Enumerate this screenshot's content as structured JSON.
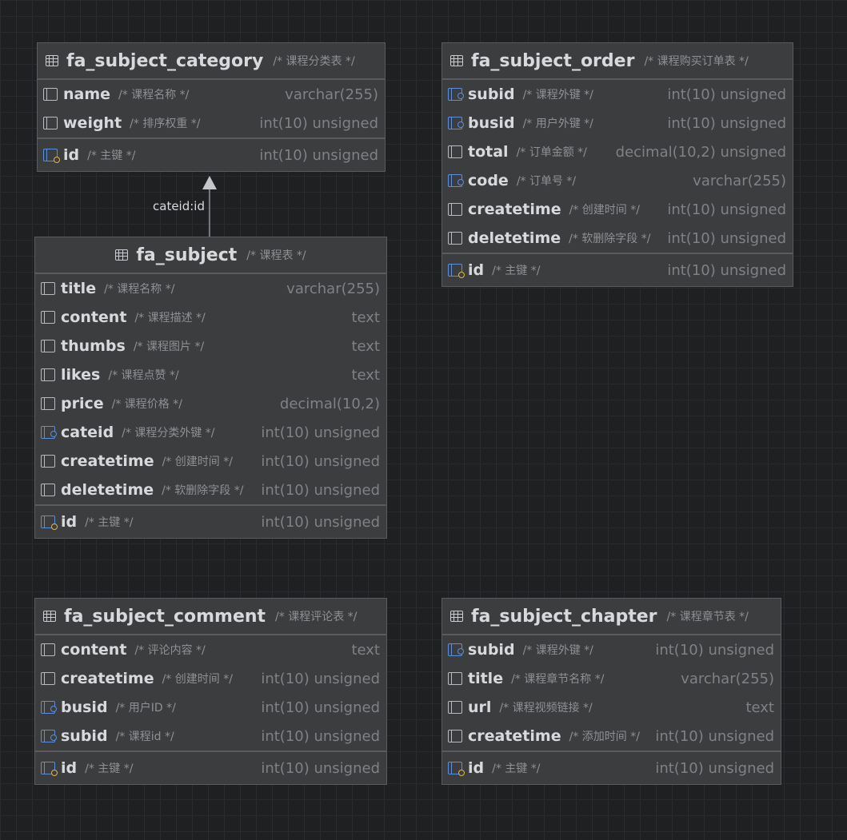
{
  "relations": [
    {
      "label": "cateid:id",
      "from": "fa_subject",
      "to": "fa_subject_category"
    }
  ],
  "tables": {
    "category": {
      "name": "fa_subject_category",
      "comment": "/* 课程分类表 */",
      "columns": [
        {
          "name": "name",
          "comment": "/* 课程名称 */",
          "type": "varchar(255)"
        },
        {
          "name": "weight",
          "comment": "/* 排序权重 */",
          "type": "int(10) unsigned"
        }
      ],
      "pk": {
        "name": "id",
        "comment": "/* 主键 */",
        "type": "int(10) unsigned"
      }
    },
    "order": {
      "name": "fa_subject_order",
      "comment": "/* 课程购买订单表 */",
      "columns": [
        {
          "name": "subid",
          "comment": "/* 课程外键 */",
          "type": "int(10) unsigned"
        },
        {
          "name": "busid",
          "comment": "/* 用户外键 */",
          "type": "int(10) unsigned"
        },
        {
          "name": "total",
          "comment": "/* 订单金额 */",
          "type": "decimal(10,2) unsigned"
        },
        {
          "name": "code",
          "comment": "/* 订单号 */",
          "type": "varchar(255)"
        },
        {
          "name": "createtime",
          "comment": "/* 创建时间 */",
          "type": "int(10) unsigned"
        },
        {
          "name": "deletetime",
          "comment": "/* 软删除字段 */",
          "type": "int(10) unsigned"
        }
      ],
      "pk": {
        "name": "id",
        "comment": "/* 主键 */",
        "type": "int(10) unsigned"
      }
    },
    "subject": {
      "name": "fa_subject",
      "comment": "/* 课程表 */",
      "columns": [
        {
          "name": "title",
          "comment": "/* 课程名称 */",
          "type": "varchar(255)"
        },
        {
          "name": "content",
          "comment": "/* 课程描述 */",
          "type": "text"
        },
        {
          "name": "thumbs",
          "comment": "/* 课程图片 */",
          "type": "text"
        },
        {
          "name": "likes",
          "comment": "/* 课程点赞 */",
          "type": "text"
        },
        {
          "name": "price",
          "comment": "/* 课程价格 */",
          "type": "decimal(10,2)"
        },
        {
          "name": "cateid",
          "comment": "/* 课程分类外键 */",
          "type": "int(10) unsigned"
        },
        {
          "name": "createtime",
          "comment": "/* 创建时间 */",
          "type": "int(10) unsigned"
        },
        {
          "name": "deletetime",
          "comment": "/* 软删除字段 */",
          "type": "int(10) unsigned"
        }
      ],
      "pk": {
        "name": "id",
        "comment": "/* 主键 */",
        "type": "int(10) unsigned"
      }
    },
    "comment": {
      "name": "fa_subject_comment",
      "comment": "/* 课程评论表 */",
      "columns": [
        {
          "name": "content",
          "comment": "/* 评论内容 */",
          "type": "text"
        },
        {
          "name": "createtime",
          "comment": "/* 创建时间 */",
          "type": "int(10) unsigned"
        },
        {
          "name": "busid",
          "comment": "/* 用户ID */",
          "type": "int(10) unsigned"
        },
        {
          "name": "subid",
          "comment": "/* 课程id */",
          "type": "int(10) unsigned"
        }
      ],
      "pk": {
        "name": "id",
        "comment": "/* 主键 */",
        "type": "int(10) unsigned"
      }
    },
    "chapter": {
      "name": "fa_subject_chapter",
      "comment": "/* 课程章节表 */",
      "columns": [
        {
          "name": "subid",
          "comment": "/* 课程外键 */",
          "type": "int(10) unsigned"
        },
        {
          "name": "title",
          "comment": "/* 课程章节名称 */",
          "type": "varchar(255)"
        },
        {
          "name": "url",
          "comment": "/* 课程视频链接 */",
          "type": "text"
        },
        {
          "name": "createtime",
          "comment": "/* 添加时间 */",
          "type": "int(10) unsigned"
        }
      ],
      "pk": {
        "name": "id",
        "comment": "/* 主键 */",
        "type": "int(10) unsigned"
      }
    }
  }
}
